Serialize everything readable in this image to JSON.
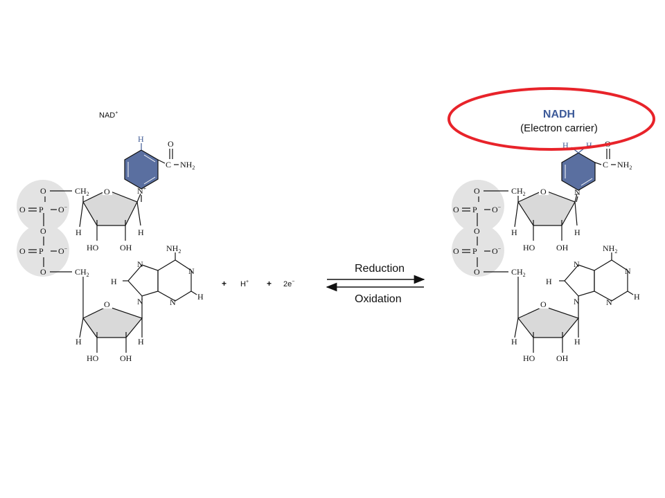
{
  "left": {
    "name": "NAD",
    "charge": "+",
    "ring_h": "H",
    "ring_n": "N",
    "ring_n_charge": "+"
  },
  "right": {
    "name": "NADH",
    "subtitle": "(Electron carrier)",
    "ring_h1": "H",
    "ring_h2": "H",
    "ring_n": "N"
  },
  "equation": {
    "plus_1": "+",
    "proton": "H",
    "proton_charge": "+",
    "plus_2": "+",
    "electrons": "2e",
    "electron_charge": "−"
  },
  "arrows": {
    "forward_label": "Reduction",
    "reverse_label": "Oxidation"
  },
  "molecule_labels": {
    "c": "C",
    "o": "O",
    "nh2": "NH",
    "nh2_sub": "2",
    "ch2": "CH",
    "ch2_sub": "2",
    "p": "P",
    "o_minus": "O",
    "minus": "−",
    "h": "H",
    "ho": "HO",
    "oh": "OH",
    "n": "N"
  },
  "colors": {
    "ring_fill": "#5a6fa0",
    "ring_highlight": "#3f5a94",
    "phosphate_bg": "#e3e3e3",
    "sugar_fill": "#d9d9d9",
    "circle": "#e8232a",
    "title": "#3d5a99"
  }
}
